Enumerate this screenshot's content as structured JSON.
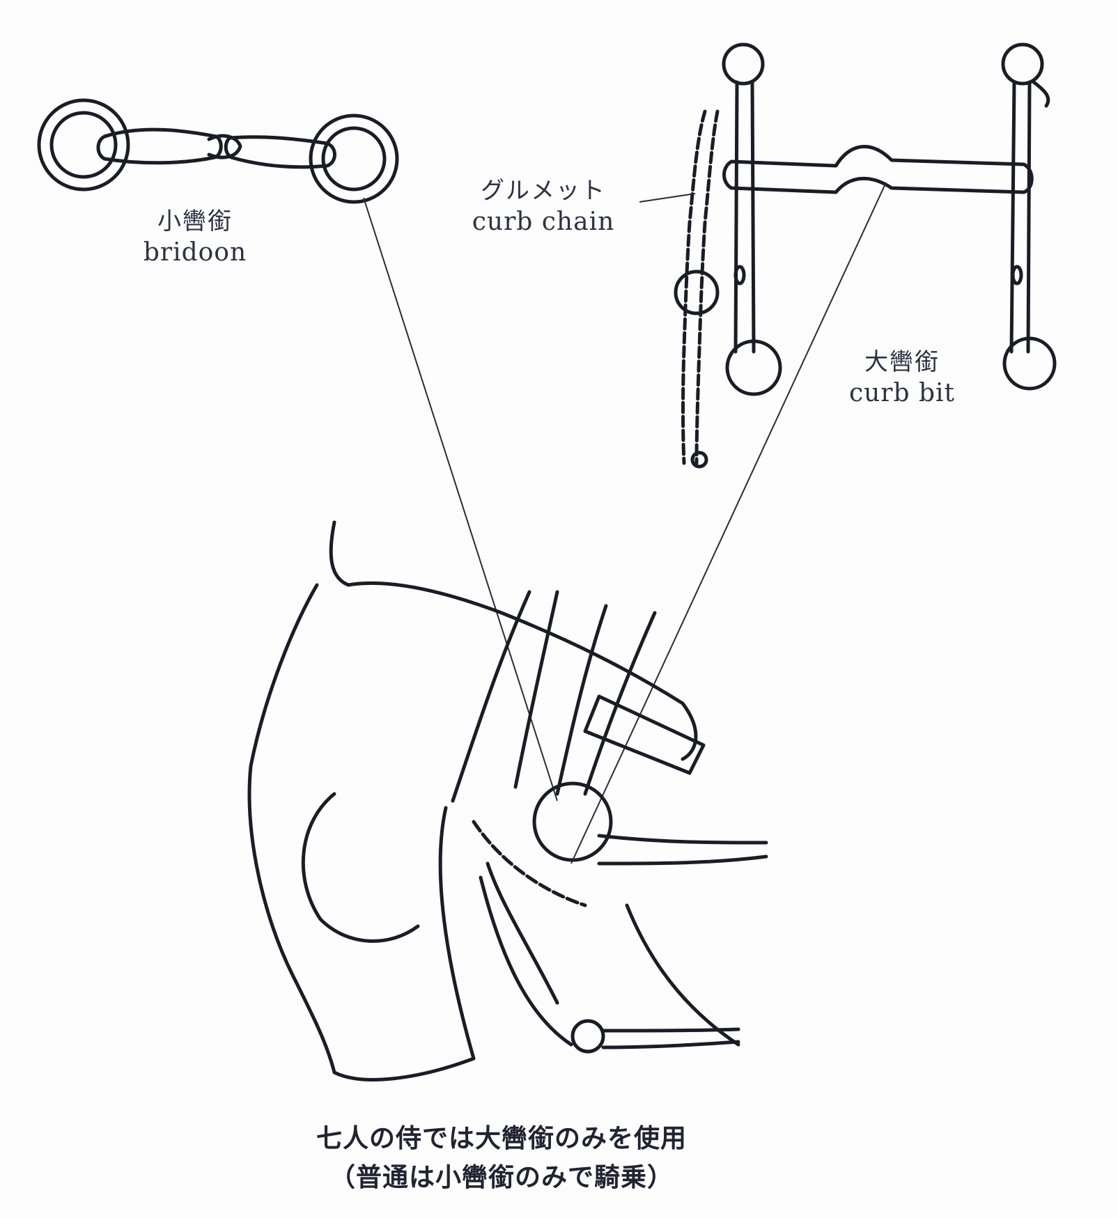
{
  "labels": {
    "bridoon": {
      "ja": "小轡銜",
      "en": "bridoon"
    },
    "curb_chain": {
      "ja": "グルメット",
      "en": "curb chain"
    },
    "curb_bit": {
      "ja": "大轡銜",
      "en": "curb bit"
    }
  },
  "caption": {
    "line1": "七人の侍では大轡銜のみを使用",
    "line2": "（普通は小轡銜のみで騎乗）"
  },
  "colors": {
    "ink": "#1c1c26",
    "background": "#fdfdfd"
  }
}
